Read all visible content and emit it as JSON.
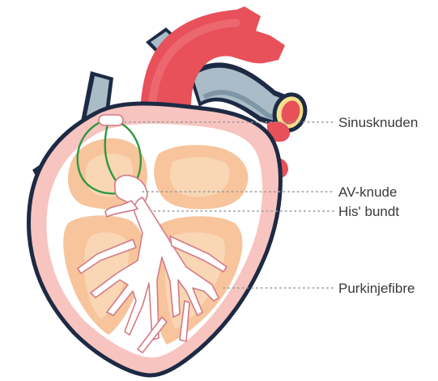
{
  "labels": {
    "sinusknuden": "Sinusknuden",
    "av_knude": "AV-knude",
    "his_bundt": "His' bundt",
    "purkinjefibre": "Purkinjefibre"
  },
  "colors": {
    "outline": "#1d2a44",
    "aorta": "#e8505a",
    "aorta_light": "#f07a80",
    "vein": "#a9bcc8",
    "vein_dark": "#7f96a6",
    "heart_outer": "#f7c4c0",
    "heart_inner": "#ffffff",
    "chamber": "#f7c49c",
    "chamber_light": "#f9d6b4",
    "conduction": "#ffffff",
    "sa_pathway": "#2f9a3e",
    "vessel_ring": "#f6e08a",
    "leader": "#9a9a9a",
    "text": "#3a3a3a"
  }
}
